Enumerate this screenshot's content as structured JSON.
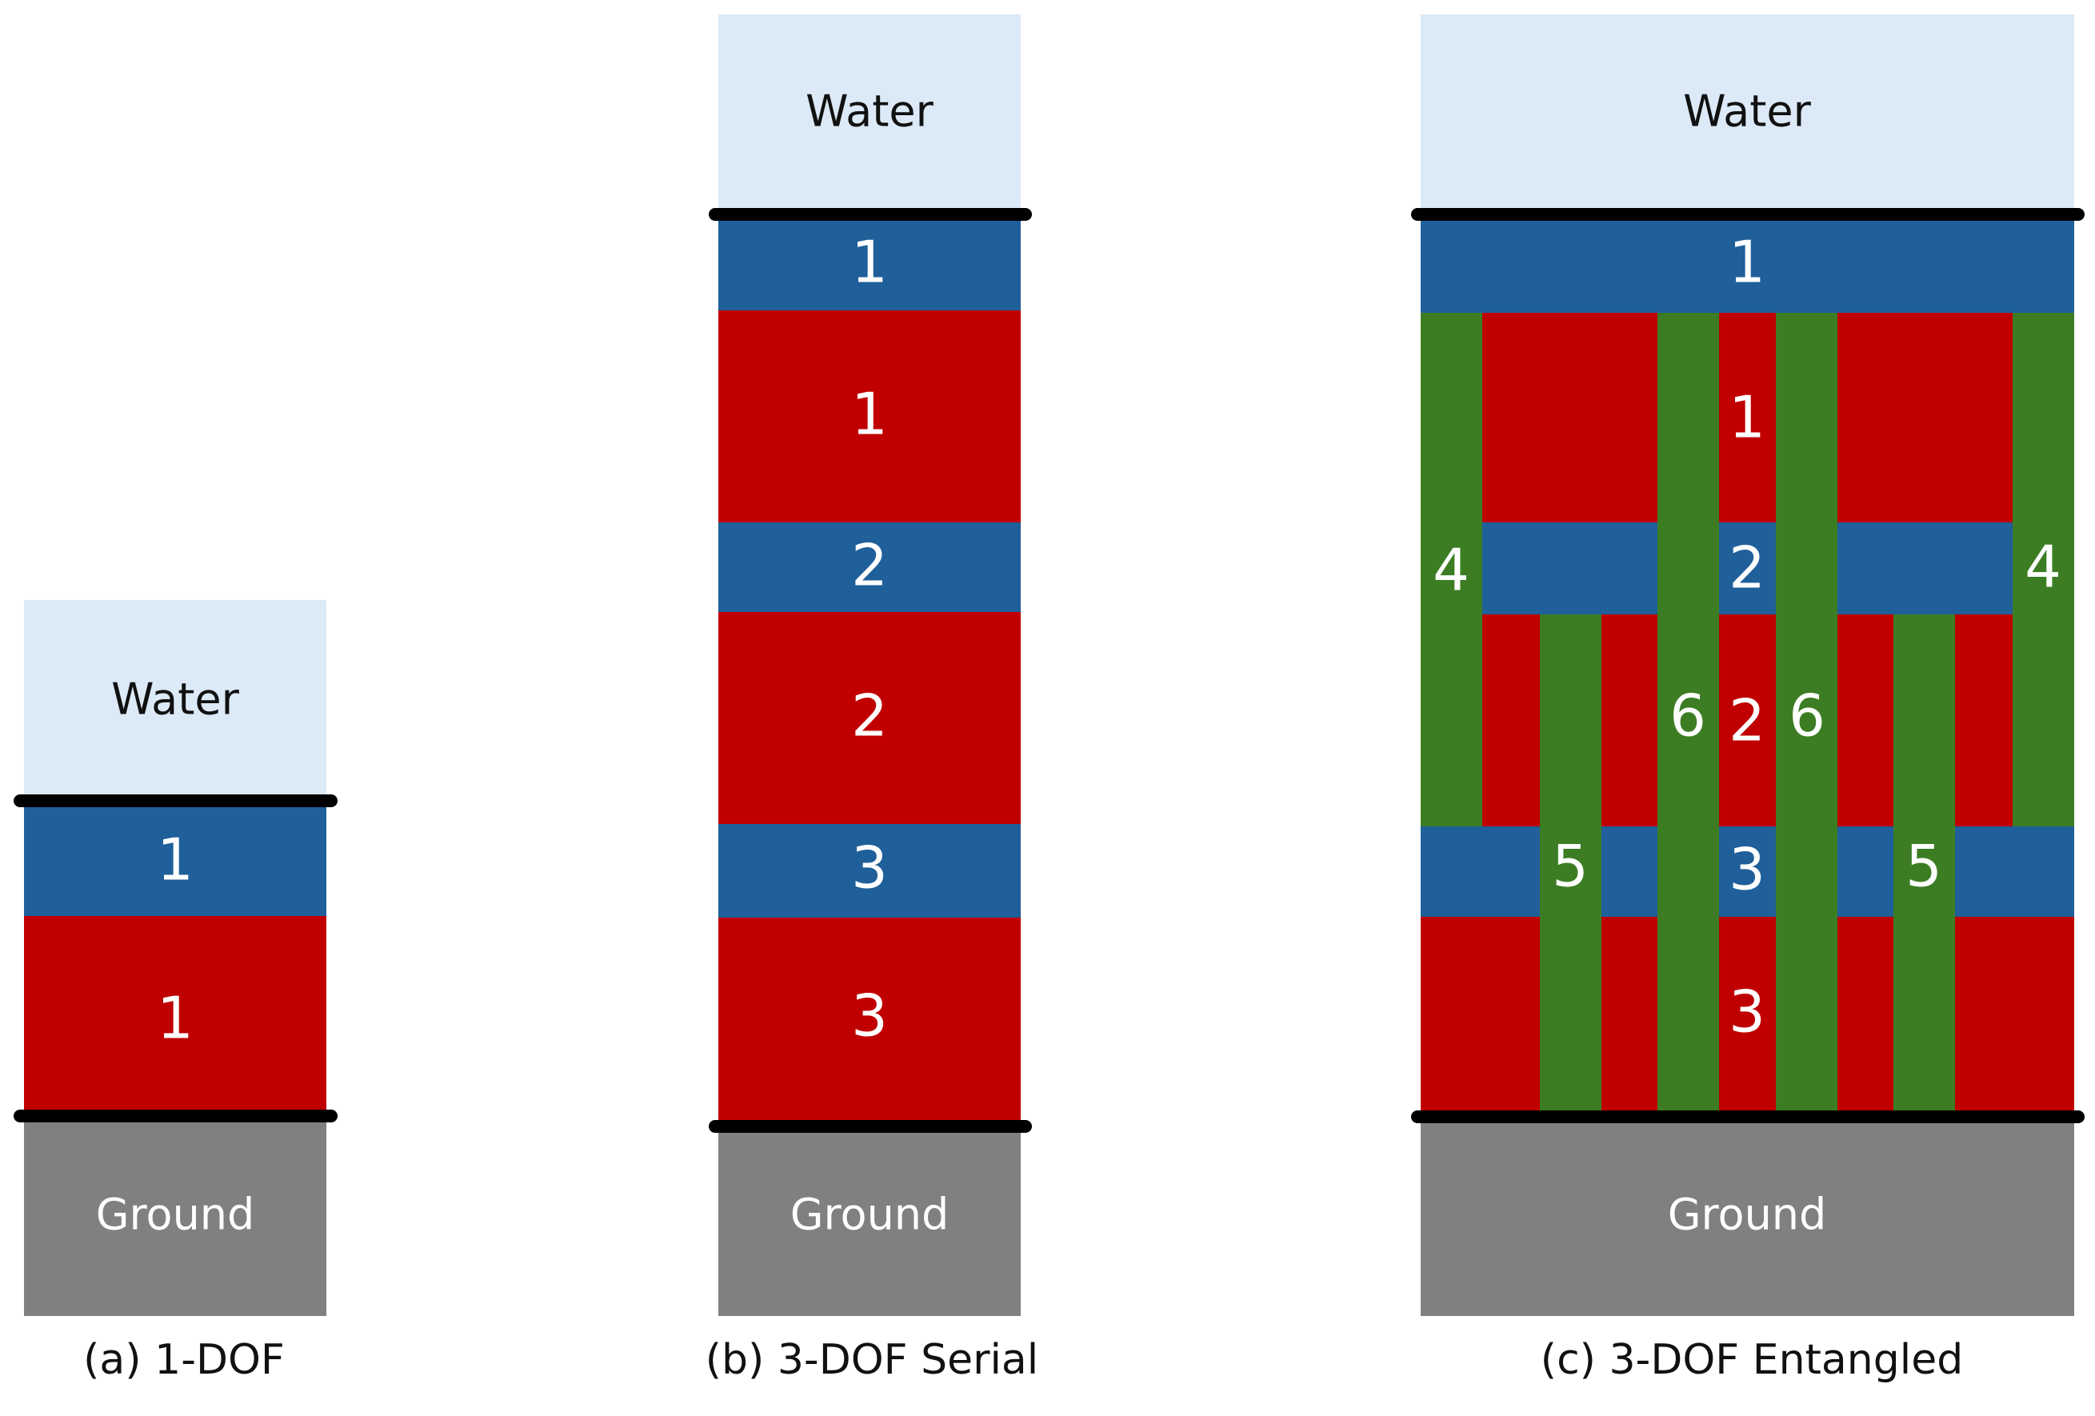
{
  "colors": {
    "water": "#dce9f6",
    "ground": "#808080",
    "blue": "#1f5f9a",
    "red": "#c00000",
    "green": "#3c7d24",
    "boundary": "#000000",
    "label_dark": "#111111",
    "label_light": "#ffffff"
  },
  "panels": [
    {
      "id": "a",
      "caption": "(a) 1-DOF",
      "water_label": "Water",
      "ground_label": "Ground",
      "blue_labels": [
        "1"
      ],
      "red_labels": [
        "1"
      ]
    },
    {
      "id": "b",
      "caption": "(b) 3-DOF Serial",
      "water_label": "Water",
      "ground_label": "Ground",
      "blue_labels": [
        "1",
        "2",
        "3"
      ],
      "red_labels": [
        "1",
        "2",
        "3"
      ]
    },
    {
      "id": "c",
      "caption": "(c) 3-DOF Entangled",
      "water_label": "Water",
      "ground_label": "Ground",
      "blue_labels": [
        "1",
        "2",
        "3"
      ],
      "red_labels": [
        "1",
        "2",
        "3"
      ],
      "green_labels": [
        "4",
        "4",
        "5",
        "5",
        "6",
        "6"
      ]
    }
  ]
}
